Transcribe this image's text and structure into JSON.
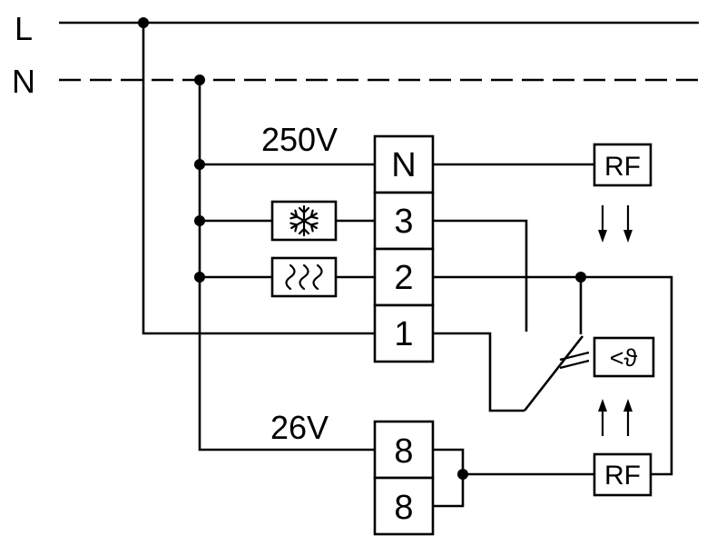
{
  "diagram": {
    "type": "electrical-wiring-schematic",
    "background": "#ffffff",
    "stroke_color": "#000000",
    "rails": {
      "line_label": "L",
      "neutral_label": "N"
    },
    "voltages": {
      "mains": "250V",
      "low": "26V"
    },
    "main_terminals": [
      "N",
      "3",
      "2",
      "1"
    ],
    "low_terminals": [
      "8",
      "8"
    ],
    "rf_top_label": "RF",
    "rf_bottom_label": "RF",
    "thermostat_label": "<ϑ",
    "icons": {
      "cooling": "snowflake-icon",
      "heating": "heating-wave-icon",
      "signal_down": "double-arrow-down-icon",
      "signal_up": "double-arrow-up-icon"
    }
  }
}
